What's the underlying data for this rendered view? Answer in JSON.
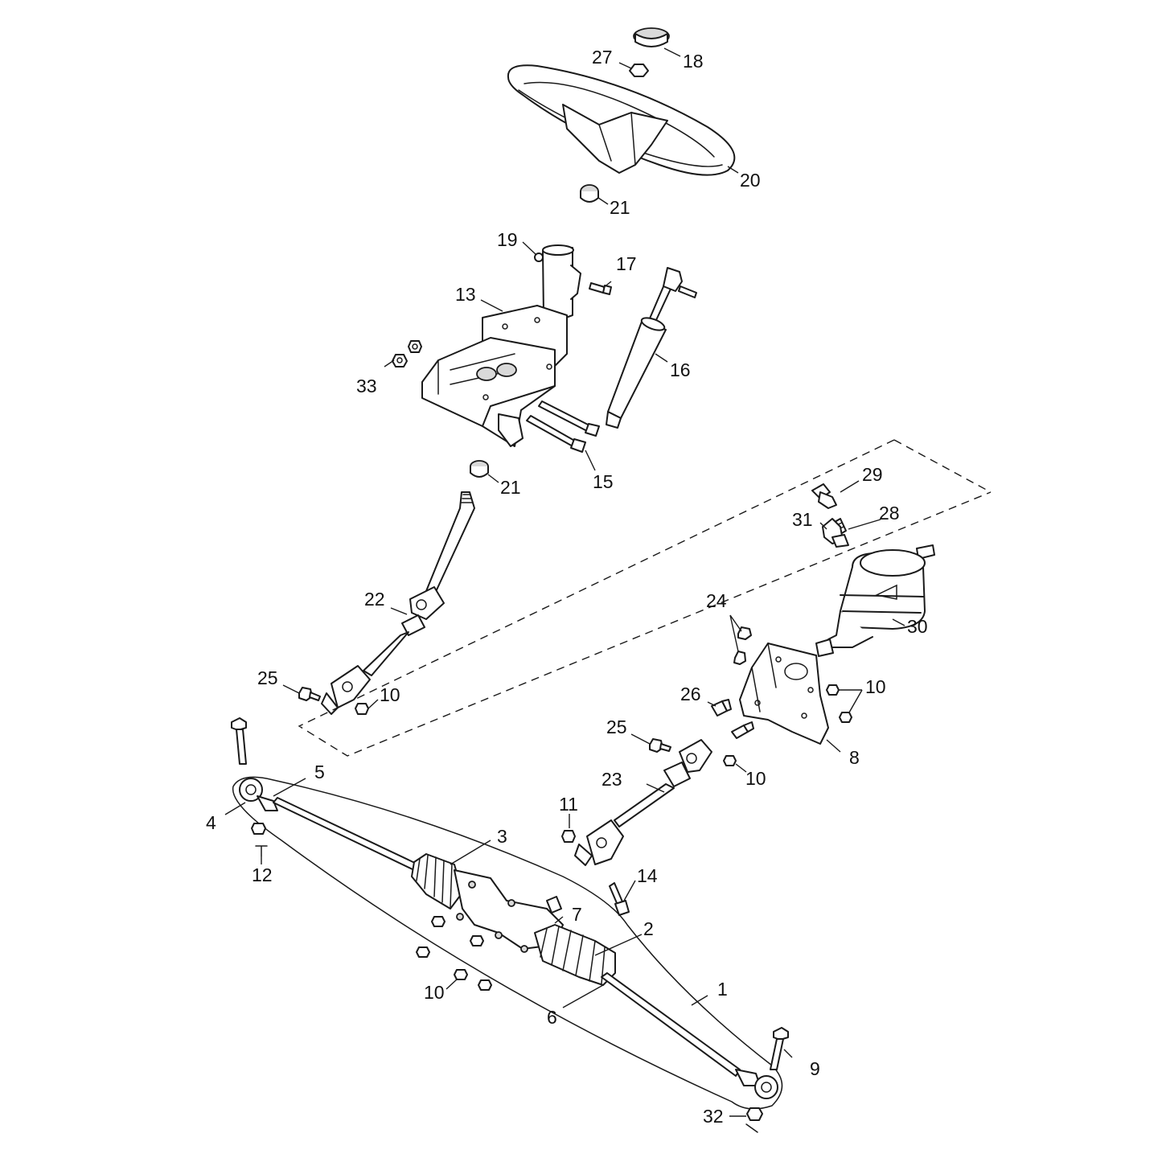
{
  "callouts": {
    "c1": "1",
    "c2": "2",
    "c3": "3",
    "c4": "4",
    "c5": "5",
    "c6": "6",
    "c7": "7",
    "c8": "8",
    "c9": "9",
    "c10a": "10",
    "c10b": "10",
    "c10c": "10",
    "c10d": "10",
    "c11": "11",
    "c12": "12",
    "c13": "13",
    "c14": "14",
    "c15": "15",
    "c16": "16",
    "c17": "17",
    "c18": "18",
    "c19": "19",
    "c20": "20",
    "c21a": "21",
    "c21b": "21",
    "c22": "22",
    "c23": "23",
    "c24": "24",
    "c25a": "25",
    "c25b": "25",
    "c26": "26",
    "c27": "27",
    "c28": "28",
    "c29": "29",
    "c30": "30",
    "c31": "31",
    "c32": "32",
    "c33": "33"
  },
  "icons": {
    "steering-wheel": "steering-wheel-icon",
    "steering-column-bracket": "bracket-icon",
    "gas-strut": "gas-strut-icon",
    "intermediate-shaft": "shaft-icon",
    "power-steering-unit": "motor-icon",
    "steering-rack": "rack-icon"
  },
  "colors": {
    "line": "#1a1a1a",
    "background": "#ffffff"
  }
}
